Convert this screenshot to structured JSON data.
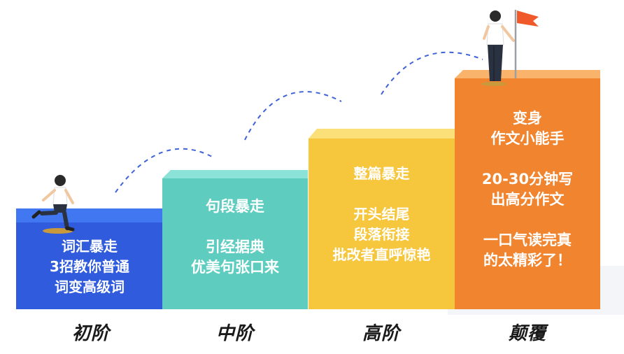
{
  "steps": [
    {
      "id": "chujie",
      "lines": [
        "词汇暴走",
        "3招教你普通",
        "词变高级词"
      ],
      "color": "#2f5bdc",
      "top_color": "#3d6cf0"
    },
    {
      "id": "zhongjie",
      "lines": [
        "句段暴走",
        "",
        "引经据典",
        "优美句张口来"
      ],
      "color": "#5ecdc0",
      "top_color": "#72dccf"
    },
    {
      "id": "gaojie",
      "lines": [
        "整篇暴走",
        "",
        "开头结尾",
        "段落衔接",
        "批改者直呼惊艳"
      ],
      "color": "#f6c73c",
      "top_color": "#fbd65c"
    },
    {
      "id": "dianfu",
      "lines": [
        "变身",
        "作文小能手",
        "",
        "20-30分钟写",
        "出高分作文",
        "",
        "一口气读完真",
        "的太精彩了！"
      ],
      "color": "#f0842f",
      "top_color": "#f7a04b"
    }
  ],
  "levels": [
    "初阶",
    "中阶",
    "高阶",
    "颠覆"
  ],
  "colors": {
    "flag": "#f05a2a",
    "dashed_path": "#3f63d6",
    "ground": "#f2f4f8"
  }
}
